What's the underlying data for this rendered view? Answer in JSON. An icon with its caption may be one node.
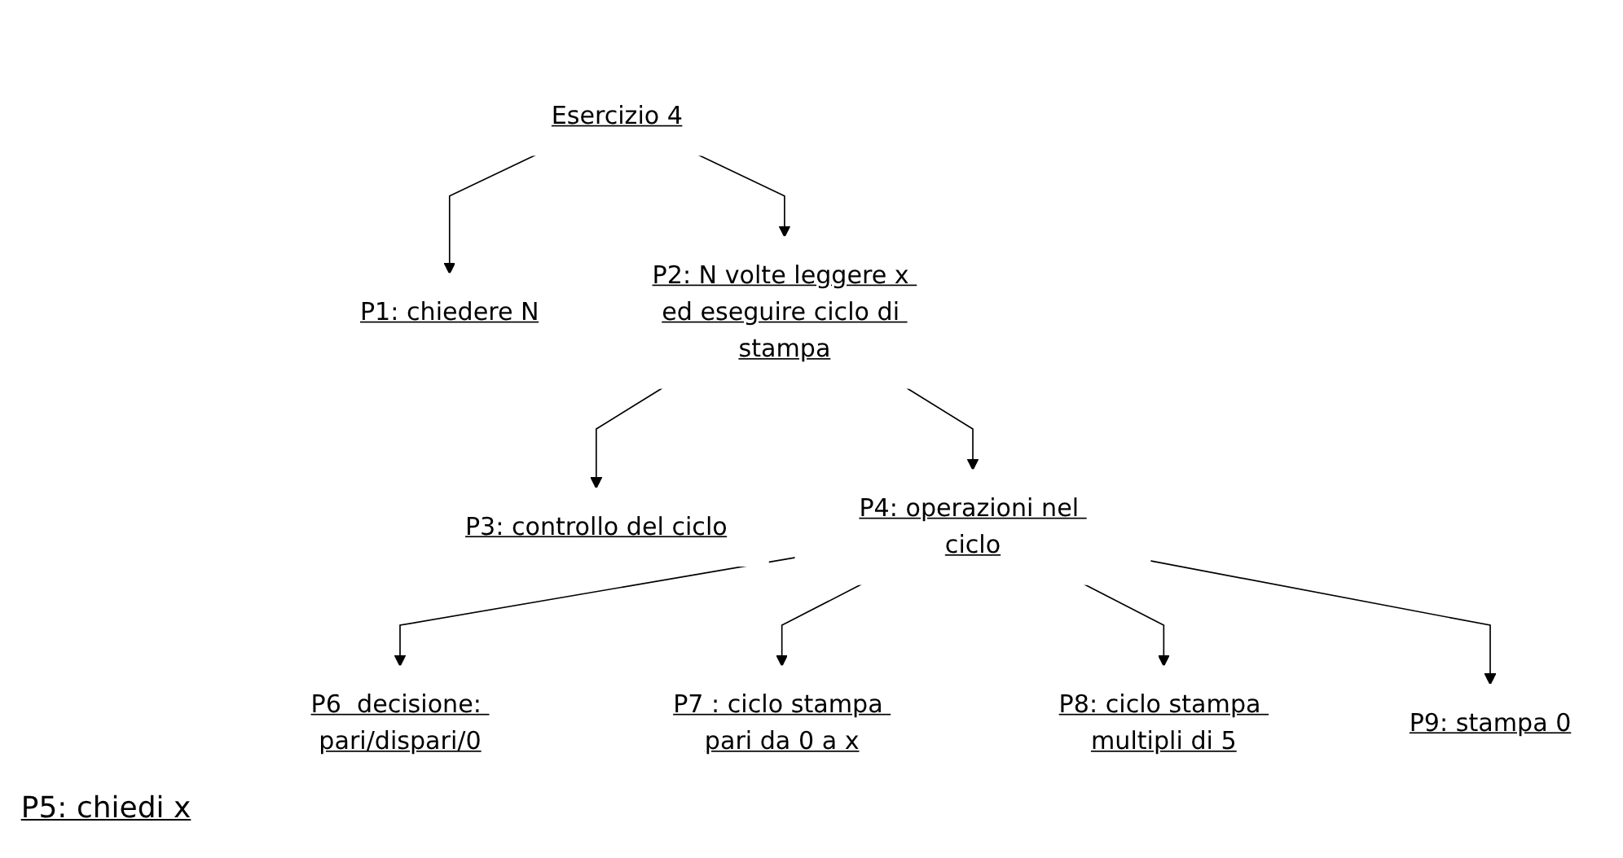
{
  "diagram": {
    "nodes": [
      {
        "text": [
          "Esercizio 4"
        ]
      },
      {
        "text": [
          "P1: chiedere N"
        ]
      },
      {
        "text": [
          "P2: N volte leggere x ed eseguire ciclo di stampa"
        ]
      },
      {
        "text": [
          "P3: controllo del ciclo"
        ]
      },
      {
        "text": [
          "P4: operazioni nel ciclo"
        ]
      },
      {
        "text": [
          "P6  decisione: pari/dispari/0"
        ]
      },
      {
        "text": [
          "P7 : ciclo stampa pari da 0 a x"
        ]
      },
      {
        "text": [
          "P8: ciclo stampa multipli di 5"
        ]
      },
      {
        "text": [
          "P9: stampa 0"
        ]
      }
    ],
    "edges": [
      {
        "from": 0,
        "to": 1,
        "arrow": "to"
      },
      {
        "from": 0,
        "to": 2,
        "arrow": "to"
      },
      {
        "from": 2,
        "to": 3,
        "arrow": "to"
      },
      {
        "from": 2,
        "to": 4,
        "arrow": "to"
      },
      {
        "from": 4,
        "to": 5,
        "arrow": "to"
      },
      {
        "from": 4,
        "to": 6,
        "arrow": "to"
      },
      {
        "from": 4,
        "to": 7,
        "arrow": "to"
      },
      {
        "from": 4,
        "to": 8,
        "arrow": "to"
      }
    ],
    "labels": [
      "P5: chiedi x"
    ]
  }
}
